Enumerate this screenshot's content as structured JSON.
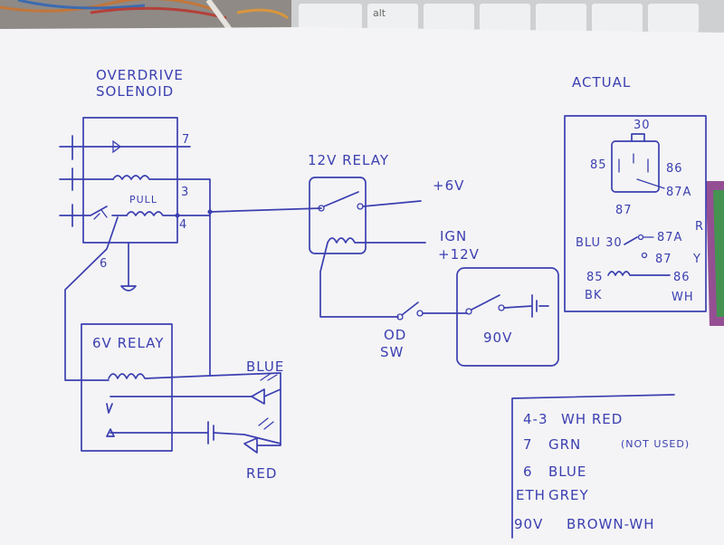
{
  "solenoid": {
    "title_line1": "OVERDRIVE",
    "title_line2": "SOLENOID",
    "pull": "PULL",
    "pin_7": "7",
    "pin_3": "3",
    "pin_4": "4",
    "pin_6": "6"
  },
  "relay12": {
    "title": "12V RELAY",
    "out_plus6": "+6V",
    "ign_line1": "IGN",
    "ign_line2": "+12V"
  },
  "switches": {
    "od_line1": "OD",
    "od_line2": "SW",
    "gov": "90V"
  },
  "relay6": {
    "title": "6V RELAY",
    "blue": "BLUE",
    "red": "RED"
  },
  "actual": {
    "title": "ACTUAL",
    "pin_30": "30",
    "pin_85": "85",
    "pin_86": "86",
    "pin_87a": "87A",
    "pin_87": "87",
    "row_blu": "BLU 30",
    "row_87a": "87A",
    "row_r": "R",
    "row_87": "87",
    "row_y": "Y",
    "row_85": "85",
    "row_86": "86",
    "bk": "BK",
    "wh": "WH"
  },
  "legend": {
    "rows": [
      {
        "code": "4-3",
        "desc": "WH RED"
      },
      {
        "code": "7",
        "desc": "GRN",
        "note": "(NOT USED)"
      },
      {
        "code": "6",
        "desc": "BLUE"
      },
      {
        "code": "ETH",
        "desc": "GREY"
      },
      {
        "code": "90V",
        "desc": "BROWN-WH"
      }
    ]
  },
  "keyboard": {
    "alt_key": "alt"
  }
}
